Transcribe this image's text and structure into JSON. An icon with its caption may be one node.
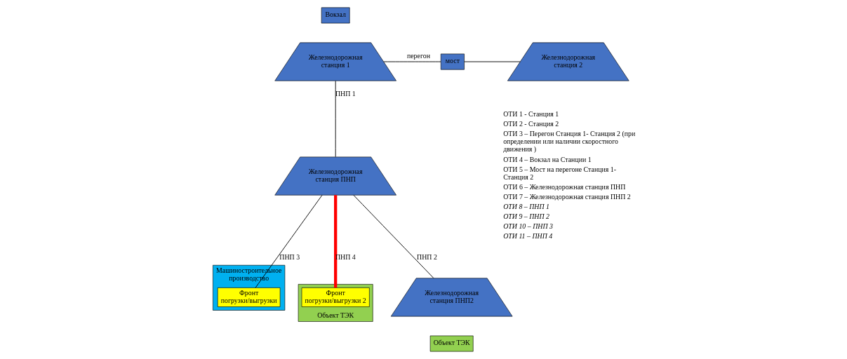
{
  "diagram": {
    "nodes": [
      {
        "text": [
          "Вокзал"
        ]
      },
      {
        "text": [
          "Железнодорожная станция 1"
        ]
      },
      {
        "text": [
          "мост"
        ]
      },
      {
        "text": [
          "Железнодорожная станция 2"
        ]
      },
      {
        "text": [
          "Машиностроительное производство"
        ]
      },
      {
        "text": [
          "Фронт погрузки/выгрузки"
        ],
        "in": 4
      },
      {
        "text": [
          "Железнодорожная станция ПНП"
        ]
      },
      {
        "text": [
          "Объект ТЭК"
        ]
      },
      {
        "text": [
          "Фронт погрузки/выгрузки 2"
        ],
        "in": 7
      },
      {
        "text": [
          "Железнодорожная станция ПНП2"
        ]
      },
      {
        "text": [
          "Объект ТЭК"
        ]
      }
    ],
    "edges": [
      {
        "from": 1,
        "to": 2,
        "arrow": "none",
        "label": "перегон"
      },
      {
        "from": 2,
        "to": 3,
        "arrow": "none"
      },
      {
        "from": 1,
        "to": 6,
        "arrow": "none",
        "label": "ПНП 1"
      },
      {
        "from": 6,
        "to": 9,
        "arrow": "none",
        "label": "ПНП 2"
      },
      {
        "from": 6,
        "to": 5,
        "arrow": "none",
        "label": "ПНП 3"
      },
      {
        "from": 6,
        "to": 8,
        "arrow": "none",
        "label": "ПНП 4",
        "style": "thick",
        "color": "#ff0000"
      }
    ],
    "labels": [
      "ОТИ 1 - Станция 1",
      "ОТИ 2 - Станция 2",
      "ОТИ 3 – Перегон Станция 1- Станция 2 (при определении или наличии скоростного движения )",
      "ОТИ 4 – Вокзал на Станции 1",
      "ОТИ 5 – Мост на перегоне Станция 1- Станция 2",
      "ОТИ 6 – Железнодорожная станция ПНП",
      "ОТИ 7 – Железнодорожная станция ПНП 2",
      "ОТИ 8 – ПНП 1",
      "ОТИ 9 – ПНП 2",
      "ОТИ 10 – ПНП 3",
      "ОТИ 11 – ПНП 4"
    ]
  }
}
